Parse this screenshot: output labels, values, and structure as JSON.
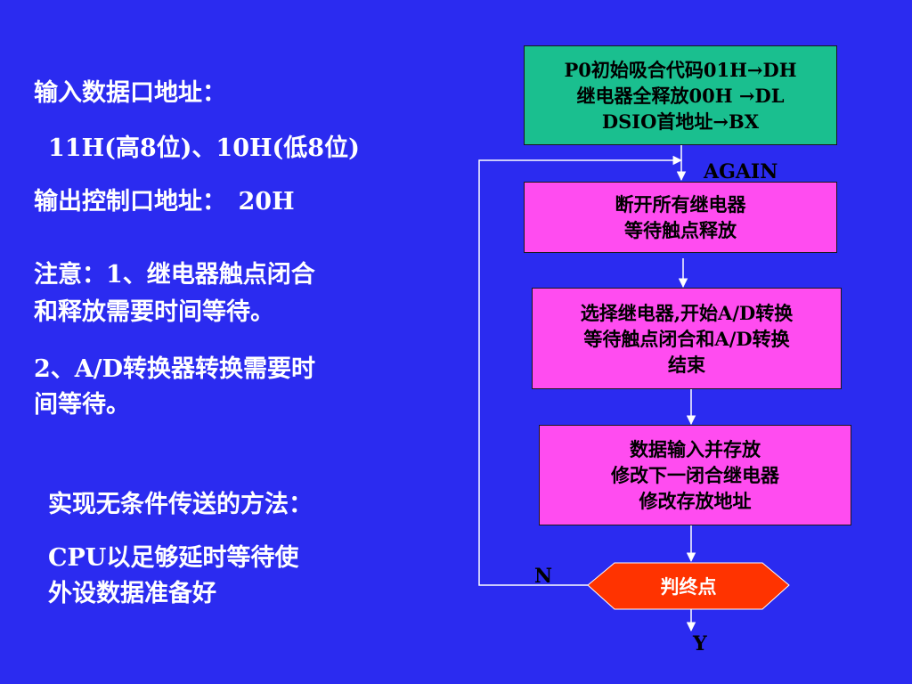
{
  "left": {
    "line1": "输入数据口地址：",
    "line2": "11H(高8位)、10H(低8位)",
    "line3": "输出控制口地址：　20H",
    "note1": "注意：1、继电器触点闭合",
    "note2": "和释放需要时间等待。",
    "note3": "2、A/D转换器转换需要时",
    "note4": "间等待。",
    "method_title": "实现无条件传送的方法：",
    "method1": "CPU以足够延时等待使",
    "method2": "外设数据准备好"
  },
  "flow": {
    "init": [
      "P0初始吸合代码01H→DH",
      "继电器全释放00H →DL",
      "DSIO首地址→BX"
    ],
    "again_label": "AGAIN",
    "step1": [
      "断开所有继电器",
      "等待触点释放"
    ],
    "step2": [
      "选择继电器,开始A/D转换",
      "等待触点闭合和A/D转换",
      "结束"
    ],
    "step3": [
      "数据输入并存放",
      "修改下一闭合继电器",
      "修改存放地址"
    ],
    "decision": "判终点",
    "no_label": "N",
    "yes_label": "Y"
  },
  "colors": {
    "background": "#2b2bf0",
    "init_box": "#1abf8f",
    "step_box": "#ff4cf0",
    "decision": "#ff3300"
  }
}
